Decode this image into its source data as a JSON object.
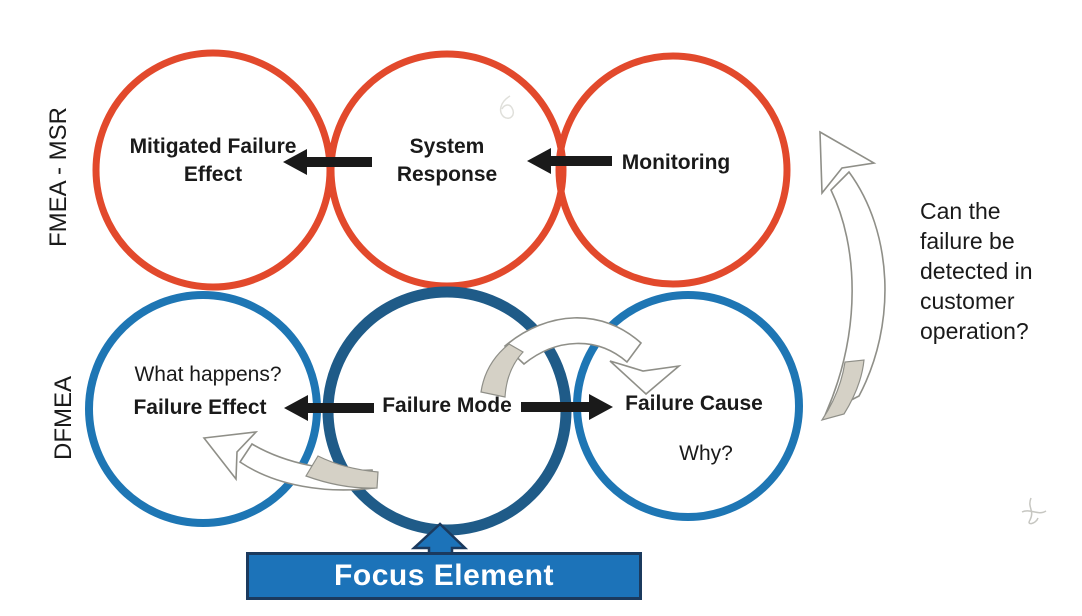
{
  "colors": {
    "red": "#E2492C",
    "blue": "#1E76B4",
    "dark_blue": "#1F5B88",
    "banner_blue": "#1C73B9",
    "banner_border": "#1B3A5E",
    "arrow_black": "#1A1A1A",
    "swoosh_tail": "#D5D1C6",
    "swoosh_outline": "#8F8F88",
    "text": "#1A1A1A"
  },
  "rows": [
    {
      "label": "FMEA - MSR",
      "circles": [
        {
          "label": "Mitigated Failure Effect"
        },
        {
          "label": "System Response"
        },
        {
          "label": "Monitoring"
        }
      ]
    },
    {
      "label": "DFMEA",
      "circles": [
        {
          "annotation": "What happens?",
          "label": "Failure Effect"
        },
        {
          "label": "Failure Mode"
        },
        {
          "label": "Failure Cause",
          "annotation": "Why?"
        }
      ]
    }
  ],
  "side_note": "Can the failure be detected in customer operation?",
  "banner": {
    "label": "Focus Element"
  }
}
